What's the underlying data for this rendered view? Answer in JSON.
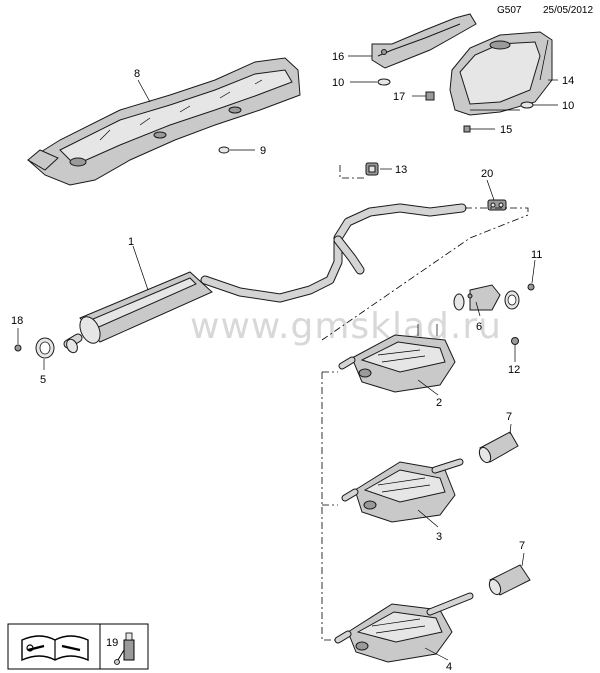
{
  "header": {
    "code": "G507",
    "date": "25/05/2012"
  },
  "watermark": "www.gmsklad.ru",
  "callouts": {
    "c1": "1",
    "c2": "2",
    "c3": "3",
    "c4": "4",
    "c5": "5",
    "c6": "6",
    "c7a": "7",
    "c7b": "7",
    "c8": "8",
    "c9": "9",
    "c10a": "10",
    "c10b": "10",
    "c11": "11",
    "c12": "12",
    "c13": "13",
    "c14": "14",
    "c15": "15",
    "c16": "16",
    "c17": "17",
    "c18": "18",
    "c19": "19",
    "c20": "20"
  },
  "icons": {
    "manual": "service-manual-icon",
    "sealant": "sealant-tube-icon"
  }
}
